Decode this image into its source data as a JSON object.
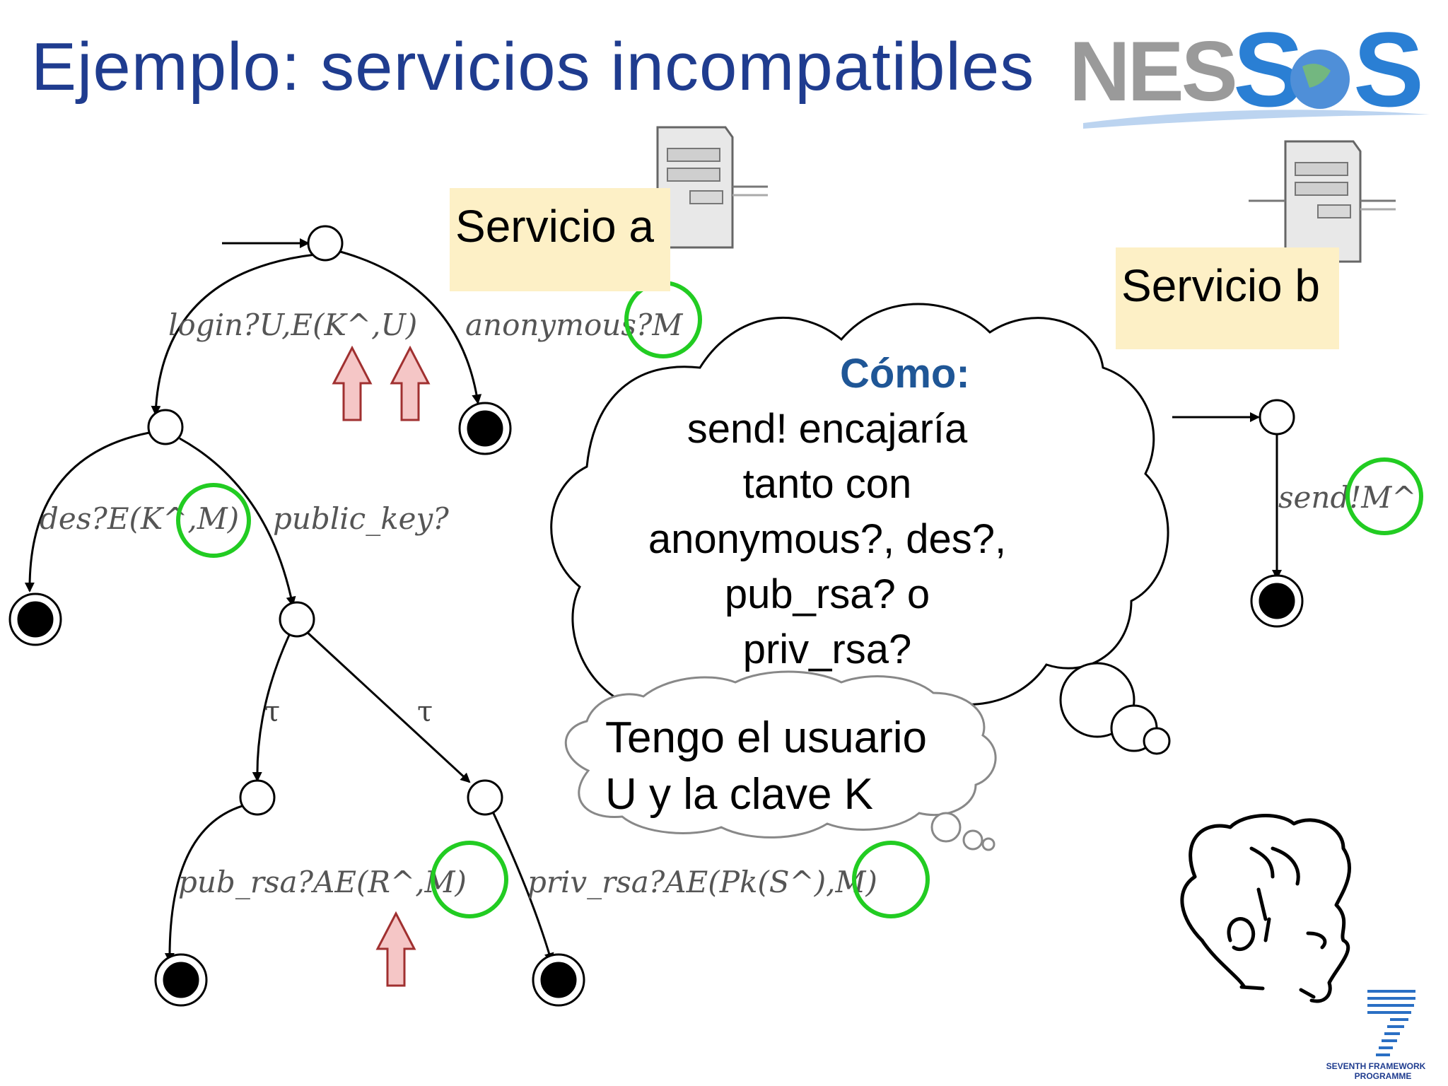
{
  "slide": {
    "title": "Ejemplo: servicios incompatibles"
  },
  "services": {
    "a": "Servicio a",
    "b": "Servicio b"
  },
  "automaton_a": {
    "labels": {
      "login": "login?U,E(K^,U)",
      "anonymous": "anonymous?M",
      "des": "des?E(K^,M)",
      "public_key": "public_key?",
      "tau_left": "τ",
      "tau_right": "τ",
      "pub_rsa": "pub_rsa?AE(R^,M)",
      "priv_rsa": "priv_rsa?AE(Pk(S^),M)"
    }
  },
  "automaton_b": {
    "labels": {
      "send": "send!M^"
    }
  },
  "speech_bubble": {
    "heading": "Cómo:",
    "lines": [
      "send! encajaría",
      "tanto con",
      "anonymous?, des?,",
      "pub_rsa? o",
      "priv_rsa?"
    ]
  },
  "thought_bubble": {
    "lines": [
      "Tengo el usuario",
      "U y la clave K"
    ]
  },
  "logos": {
    "nessos": "NESSoS",
    "fp7": [
      "SEVENTH FRAMEWORK",
      "PROGRAMME"
    ]
  },
  "colors": {
    "title": "#1f3c8f",
    "highlight_circle": "#22cc22",
    "arrow_fill": "#f5c6c6",
    "arrow_stroke": "#a03030",
    "service_box": "#fdf0c6",
    "bubble_heading": "#1f5696"
  },
  "icons": [
    "server-icon",
    "head-sketch-icon",
    "final-state-icon",
    "up-arrow-icon"
  ]
}
